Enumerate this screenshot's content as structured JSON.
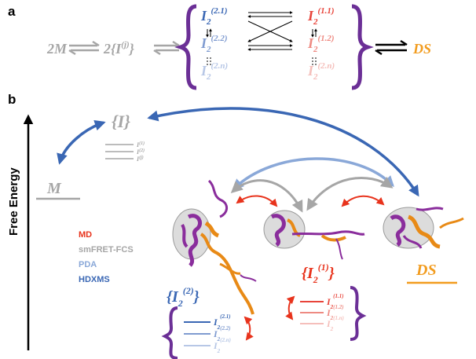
{
  "panel_a": {
    "label": "a",
    "monomer": "2M",
    "intermediate_main": "2{I",
    "intermediate_sup": "(j)",
    "intermediate_close": "}",
    "group2": [
      {
        "base": "I",
        "sub": "2",
        "sup": "(2.1)",
        "color": "#3a67b4"
      },
      {
        "base": "I",
        "sub": "2",
        "sup": "(2.2)",
        "color": "#7f9bd0"
      },
      {
        "base": "I",
        "sub": "2",
        "sup": "(2.n)",
        "color": "#b7c7e6"
      }
    ],
    "group1": [
      {
        "base": "I",
        "sub": "2",
        "sup": "(1.1)",
        "color": "#e8443a"
      },
      {
        "base": "I",
        "sub": "2",
        "sup": "(1.2)",
        "color": "#ee8a82"
      },
      {
        "base": "I",
        "sub": "2",
        "sup": "(2.n)",
        "color": "#f5bfbb"
      }
    ],
    "product": "DS",
    "colors": {
      "grey": "#a6a6a6",
      "bracket": "#6b2f96",
      "ds": "#f29c1f"
    }
  },
  "panel_b": {
    "label": "b",
    "y_axis_label": "Free Energy",
    "monomer": "M",
    "intermediate_set": "{I}",
    "intermediate_levels": [
      "I",
      "I",
      "I"
    ],
    "intermediate_level_sups": [
      "(1)",
      "(2)",
      "(j)"
    ],
    "i2_group2_label": "{I",
    "i2_group2_sub": "2",
    "i2_group2_sup": "(2)",
    "i2_group2_close": "}",
    "i2_group1_label": "{I",
    "i2_group1_sub": "2",
    "i2_group1_sup": "(1)",
    "i2_group1_close": "}",
    "group2_levels": [
      {
        "sup": "(2.1)",
        "color": "#3a67b4"
      },
      {
        "sup": "(2.2)",
        "color": "#7f9bd0"
      },
      {
        "sup": "(2.n)",
        "color": "#b7c7e6"
      }
    ],
    "group1_levels": [
      {
        "sup": "(1.1)",
        "color": "#e8443a"
      },
      {
        "sup": "(1.2)",
        "color": "#ee8a82"
      },
      {
        "sup": "(1.n)",
        "color": "#f5bfbb"
      }
    ],
    "product": "DS",
    "legend": [
      {
        "label": "MD",
        "color": "#e8331c"
      },
      {
        "label": "smFRET-FCS",
        "color": "#a6a6a6"
      },
      {
        "label": "PDA",
        "color": "#8aa8d8"
      },
      {
        "label": "HDXMS",
        "color": "#3a67b4"
      }
    ]
  }
}
